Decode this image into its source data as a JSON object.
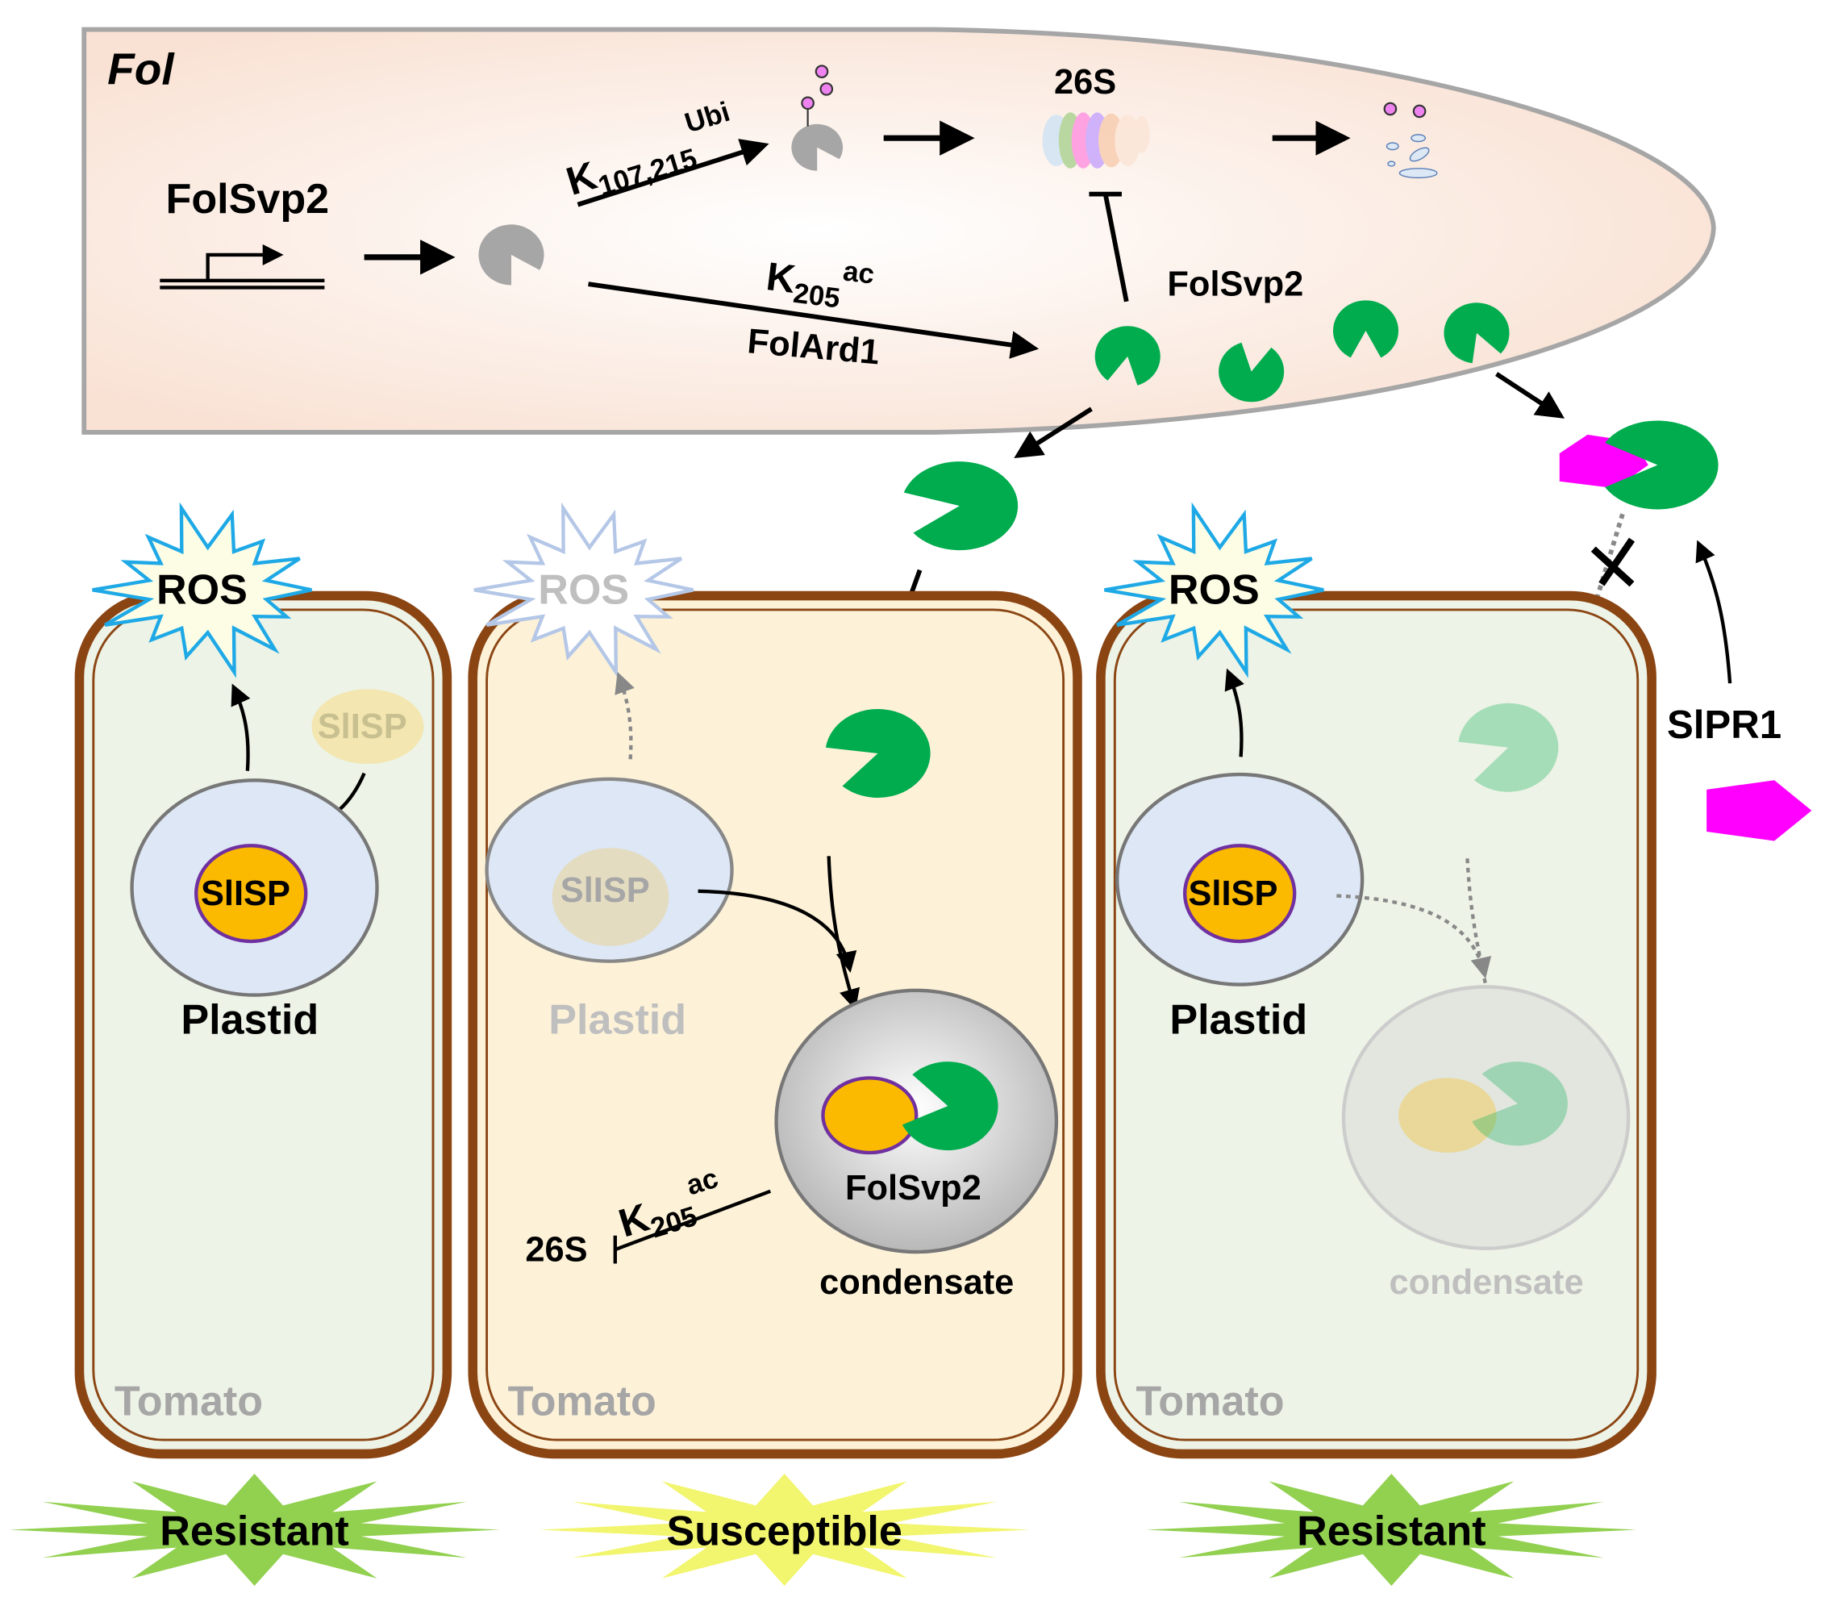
{
  "labels": {
    "organism": "Fol",
    "gene": "FolSvp2",
    "ubi_site": "K",
    "ubi_sub": "107,215",
    "ubi_sup": "Ubi",
    "proteasome": "26S",
    "ac_site": "K",
    "ac_sub": "205",
    "ac_sup": "ac",
    "enzyme": "FolArd1",
    "protein": "FolSvp2",
    "receptor": "SlPR1",
    "ros": "ROS",
    "slisp": "SlISP",
    "plastid": "Plastid",
    "condensate": "condensate",
    "condensate_protein": "FolSvp2",
    "proteasome_cell": "26S",
    "host": "Tomato"
  },
  "phenotypes": [
    "Resistant",
    "Susceptible",
    "Resistant"
  ],
  "colors": {
    "fungus_fill": "#f9e2d4",
    "effector": "#00ac4e",
    "slisp": "#fbb900",
    "slisp_border": "#7030a0",
    "receptor": "#ff00ff",
    "cell_wall": "#8b4513",
    "resistant_cell": "#edf3e6",
    "susceptible_cell": "#fdf2d8",
    "plastid": "#dde7f5",
    "ros_fill": "#fdfde6",
    "ros_border": "#1ea9e6",
    "resistant_burst": "#92d050",
    "susceptible_burst": "#f2f56e"
  }
}
